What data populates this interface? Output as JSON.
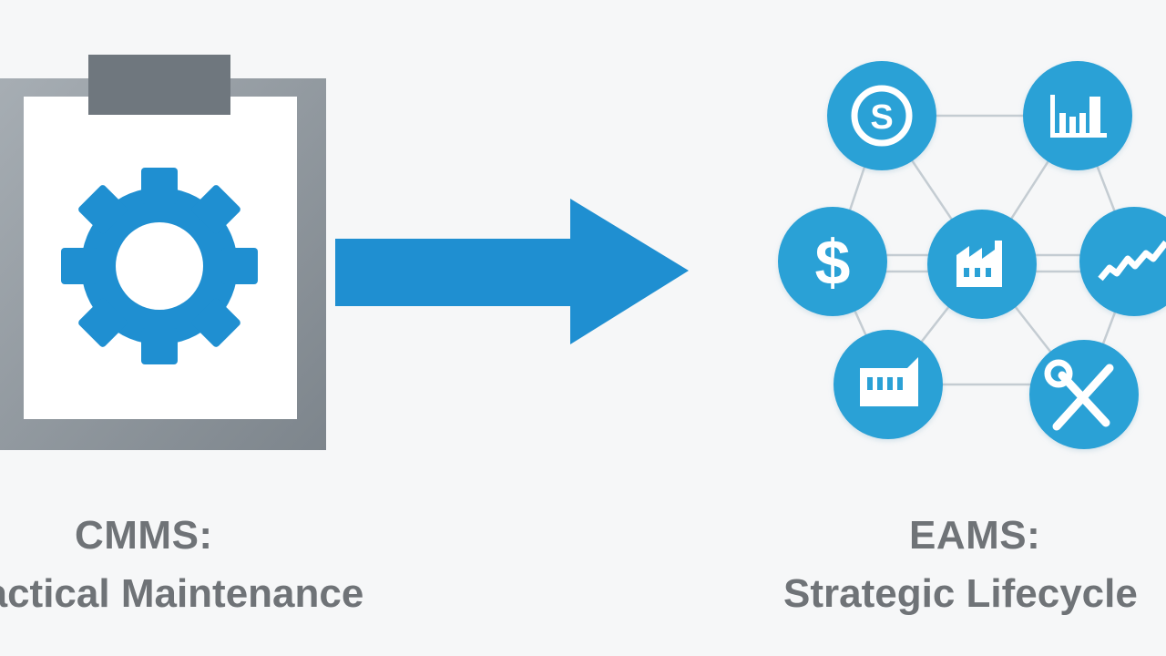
{
  "left": {
    "title": "CMMS:",
    "subtitle": "Tactical Maintenance",
    "icon": "clipboard-gear-icon"
  },
  "arrow": {
    "icon": "right-arrow-icon"
  },
  "right": {
    "title": "EAMS:",
    "subtitle": "Strategic Lifecycle",
    "hub_icon": "factory-icon",
    "nodes": [
      {
        "icon": "coin-icon"
      },
      {
        "icon": "bar-chart-icon"
      },
      {
        "icon": "dollar-icon"
      },
      {
        "icon": "trend-line-icon"
      },
      {
        "icon": "plant-icon"
      },
      {
        "icon": "tools-icon"
      }
    ]
  },
  "colors": {
    "accent_blue": "#1f8fd1",
    "node_blue": "#2ba1d6",
    "frame_gray": "#8e969d",
    "text_gray": "#6f7377",
    "background": "#f6f7f8"
  }
}
